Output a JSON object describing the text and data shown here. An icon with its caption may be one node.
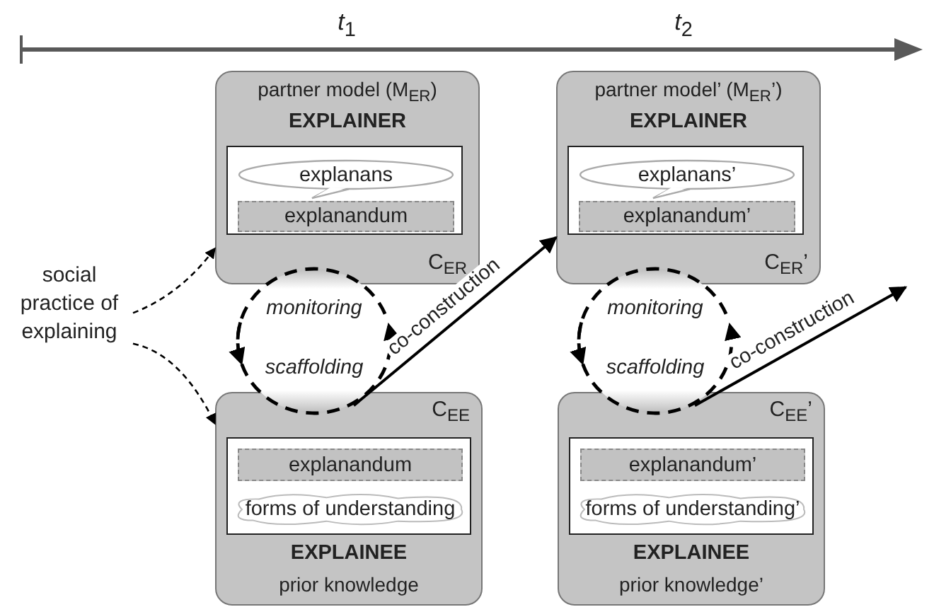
{
  "diagram": {
    "nodes": [
      {
        "text": [
          "partner model (M$_{ER}$)",
          "EXPLAINER",
          "C$_{ER}$"
        ]
      },
      {
        "text": [],
        "shape": "box",
        "in": 0
      },
      {
        "text": [
          "explanans"
        ],
        "in": 1
      },
      {
        "text": [
          "explanandum"
        ],
        "in": 1
      },
      {
        "text": [
          "monitoring",
          "scaffolding"
        ]
      },
      {
        "text": [
          "social practice of explaining"
        ]
      },
      {
        "text": [
          "C$_{EE}$",
          "EXPLAINEE",
          "prior knowledge"
        ]
      },
      {
        "text": [],
        "shape": "box",
        "in": 6
      },
      {
        "text": [
          "explanandum"
        ],
        "in": 7
      },
      {
        "text": [
          "forms of understanding"
        ],
        "in": 7
      },
      {
        "text": [
          "partner model’ (M$_{ER}$’)",
          "EXPLAINER",
          "C$_{ER}$’"
        ]
      },
      {
        "text": [],
        "shape": "box",
        "in": 10
      },
      {
        "text": [
          "explanans’"
        ],
        "in": 11
      },
      {
        "text": [
          "explanandum’"
        ],
        "in": 11
      },
      {
        "text": [
          "monitoring",
          "scaffolding"
        ]
      },
      {
        "text": [
          "C$_{EE}$’",
          "EXPLAINEE",
          "prior knowledge’"
        ]
      },
      {
        "text": [],
        "shape": "box",
        "in": 15
      },
      {
        "text": [
          "explanandum’"
        ],
        "in": 16
      },
      {
        "text": [
          "forms of understanding’"
        ],
        "in": 16
      }
    ],
    "edges": [
      {
        "from": 5,
        "to": 0,
        "arrow": "to",
        "style": "dashed"
      },
      {
        "from": 5,
        "to": 6,
        "arrow": "to",
        "style": "dashed"
      },
      {
        "from": 4,
        "to": 10,
        "arrow": "to",
        "label": "co-construction"
      },
      {
        "from": 14,
        "to": null,
        "arrow": "to",
        "label": "co-construction"
      }
    ],
    "labels": [
      "*t*$_{1}$",
      "*t*$_{2}$"
    ]
  }
}
